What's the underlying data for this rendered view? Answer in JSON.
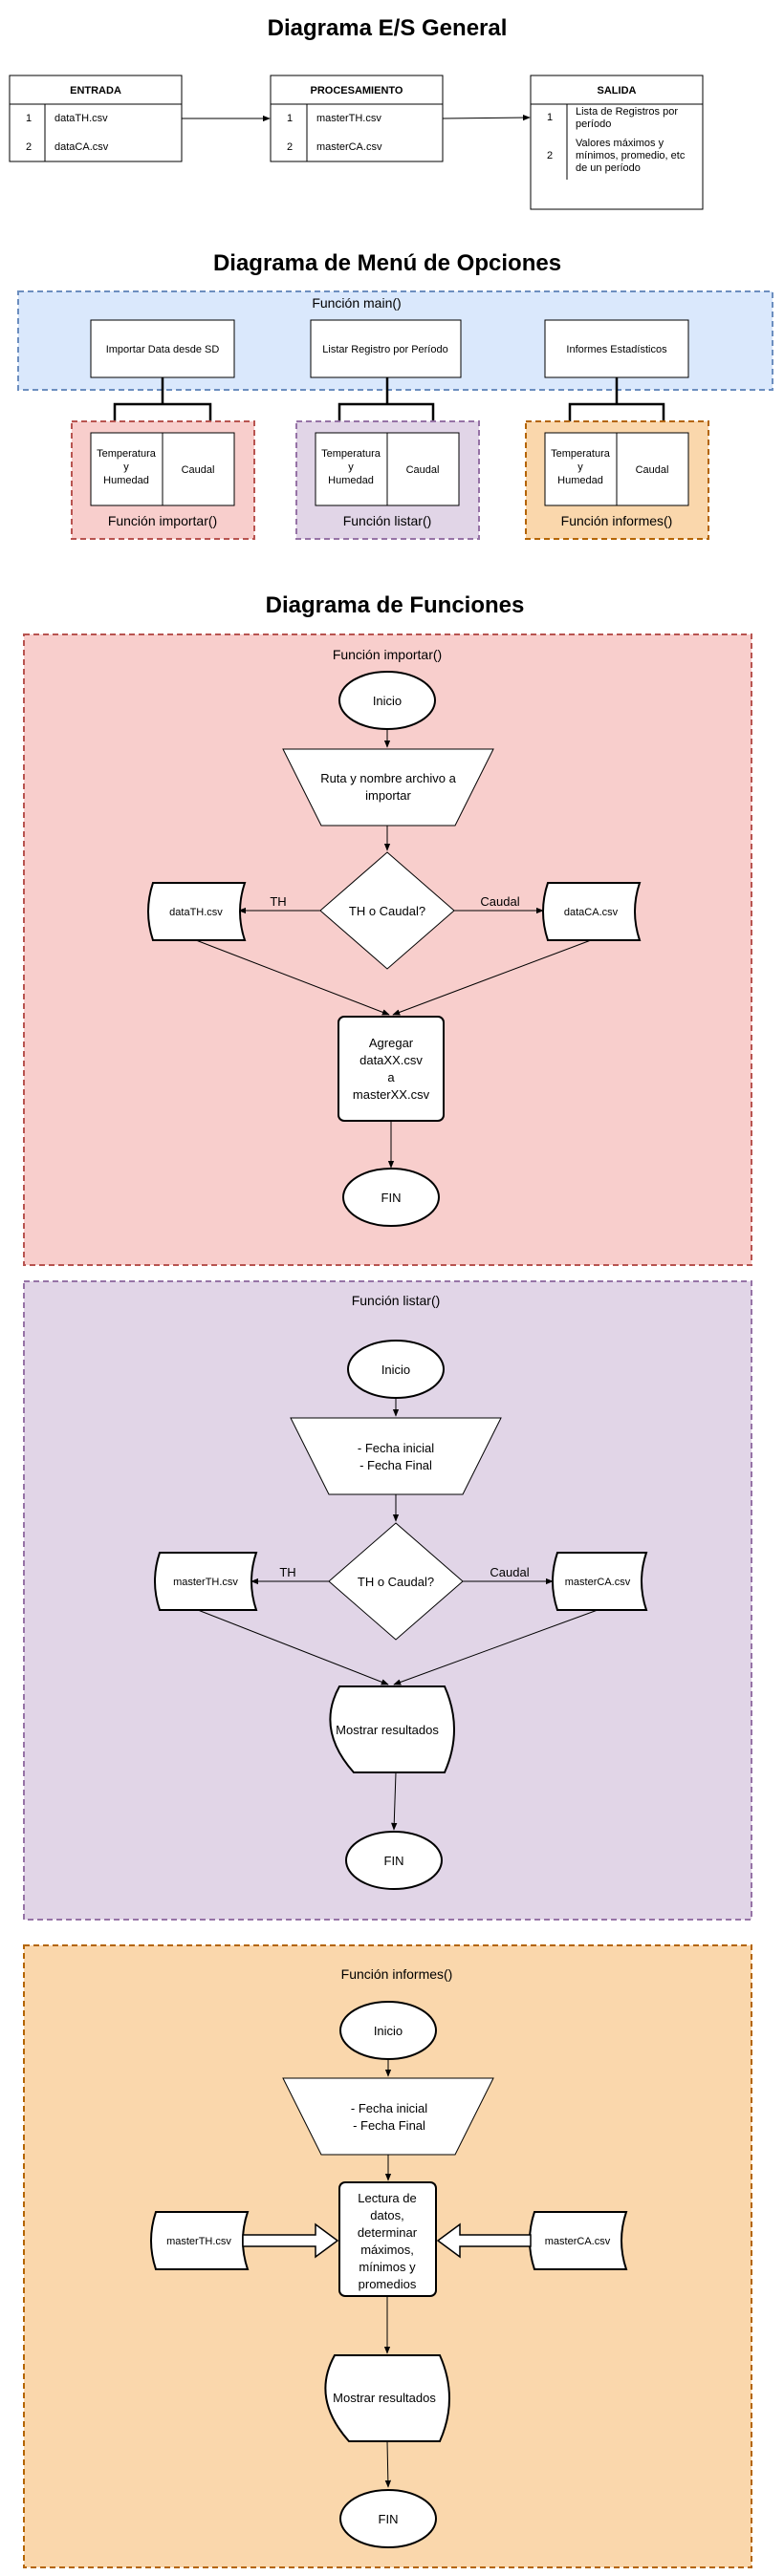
{
  "section1": {
    "title": "Diagrama E/S General",
    "entrada": {
      "header": "ENTRADA",
      "rows": [
        {
          "num": "1",
          "text": "dataTH.csv"
        },
        {
          "num": "2",
          "text": "dataCA.csv"
        }
      ]
    },
    "procesamiento": {
      "header": "PROCESAMIENTO",
      "rows": [
        {
          "num": "1",
          "text": "masterTH.csv"
        },
        {
          "num": "2",
          "text": "masterCA.csv"
        }
      ]
    },
    "salida": {
      "header": "SALIDA",
      "rows": [
        {
          "num": "1",
          "lines": [
            "Lista de Registros por",
            "período"
          ]
        },
        {
          "num": "2",
          "lines": [
            "Valores máximos y",
            "mínimos, promedio, etc",
            "de un período"
          ]
        }
      ]
    }
  },
  "section2": {
    "title": "Diagrama de Menú de Opciones",
    "main_label": "Función main()",
    "menu_items": [
      "Importar Data desde SD",
      "Listar Registro por Período",
      "Informes Estadísticos"
    ],
    "groups": [
      {
        "label": "Función importar()",
        "left_lines": [
          "Temperatura",
          "y",
          "Humedad"
        ],
        "right": "Caudal"
      },
      {
        "label": "Función listar()",
        "left_lines": [
          "Temperatura",
          "y",
          "Humedad"
        ],
        "right": "Caudal"
      },
      {
        "label": "Función informes()",
        "left_lines": [
          "Temperatura",
          "y",
          "Humedad"
        ],
        "right": "Caudal"
      }
    ]
  },
  "section3": {
    "title": "Diagrama de Funciones",
    "importar": {
      "label": "Función importar()",
      "start": "Inicio",
      "input_lines": [
        "Ruta y nombre archivo a",
        "importar"
      ],
      "decision": "TH o Caudal?",
      "left_label": "TH",
      "right_label": "Caudal",
      "left_file": "dataTH.csv",
      "right_file": "dataCA.csv",
      "process_lines": [
        "Agregar",
        "dataXX.csv",
        "a",
        "masterXX.csv"
      ],
      "end": "FIN"
    },
    "listar": {
      "label": "Función listar()",
      "start": "Inicio",
      "input_lines": [
        "- Fecha inicial",
        "- Fecha Final"
      ],
      "decision": "TH o Caudal?",
      "left_label": "TH",
      "right_label": "Caudal",
      "left_file": "masterTH.csv",
      "right_file": "masterCA.csv",
      "display": "Mostrar resultados",
      "end": "FIN"
    },
    "informes": {
      "label": "Función informes()",
      "start": "Inicio",
      "input_lines": [
        "- Fecha inicial",
        "- Fecha Final"
      ],
      "left_file": "masterTH.csv",
      "right_file": "masterCA.csv",
      "process_lines": [
        "Lectura de",
        "datos,",
        "determinar",
        "máximos,",
        "mínimos y",
        "promedios"
      ],
      "display": "Mostrar resultados",
      "end": "FIN"
    }
  },
  "colors": {
    "blue_fill": "#dae8fc",
    "blue_stroke": "#6c8ebf",
    "red_fill": "#f8cecc",
    "red_stroke": "#b85450",
    "purple_fill": "#e1d5e7",
    "purple_stroke": "#9673a6",
    "orange_fill": "#fad7ac",
    "orange_stroke": "#b46504"
  }
}
